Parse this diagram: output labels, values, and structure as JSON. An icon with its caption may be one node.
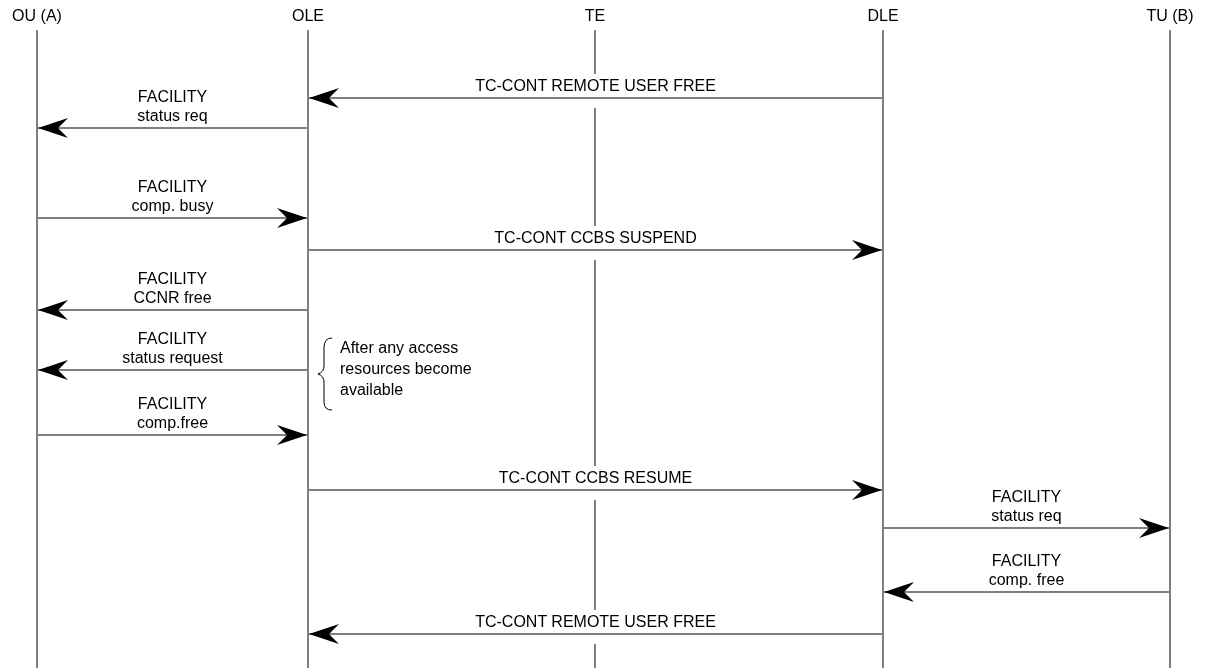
{
  "diagram": {
    "nodes": [
      {
        "text": [
          "OU (A)"
        ]
      },
      {
        "text": [
          "OLE"
        ]
      },
      {
        "text": [
          "TE"
        ]
      },
      {
        "text": [
          "DLE"
        ]
      },
      {
        "text": [
          "TU (B)"
        ]
      }
    ],
    "edges": [
      {
        "from": 3,
        "to": 1,
        "arrow": "to",
        "label": "TC-CONT REMOTE USER FREE"
      },
      {
        "from": 1,
        "to": 0,
        "arrow": "to",
        "label": "FACILITY status req"
      },
      {
        "from": 0,
        "to": 1,
        "arrow": "to",
        "label": "FACILITY comp. busy"
      },
      {
        "from": 1,
        "to": 3,
        "arrow": "to",
        "label": "TC-CONT CCBS SUSPEND"
      },
      {
        "from": 1,
        "to": 0,
        "arrow": "to",
        "label": "FACILITY CCNR free"
      },
      {
        "from": 1,
        "to": 0,
        "arrow": "to",
        "label": "FACILITY status request"
      },
      {
        "from": 0,
        "to": 1,
        "arrow": "to",
        "label": "FACILITY comp.free"
      },
      {
        "from": 1,
        "to": 3,
        "arrow": "to",
        "label": "TC-CONT CCBS RESUME"
      },
      {
        "from": 3,
        "to": 4,
        "arrow": "to",
        "label": "FACILITY status req"
      },
      {
        "from": 4,
        "to": 3,
        "arrow": "to",
        "label": "FACILITY comp. free"
      },
      {
        "from": 3,
        "to": 1,
        "arrow": "to",
        "label": "TC-CONT REMOTE USER FREE"
      }
    ],
    "labels": [
      "After any access resources become available"
    ]
  }
}
